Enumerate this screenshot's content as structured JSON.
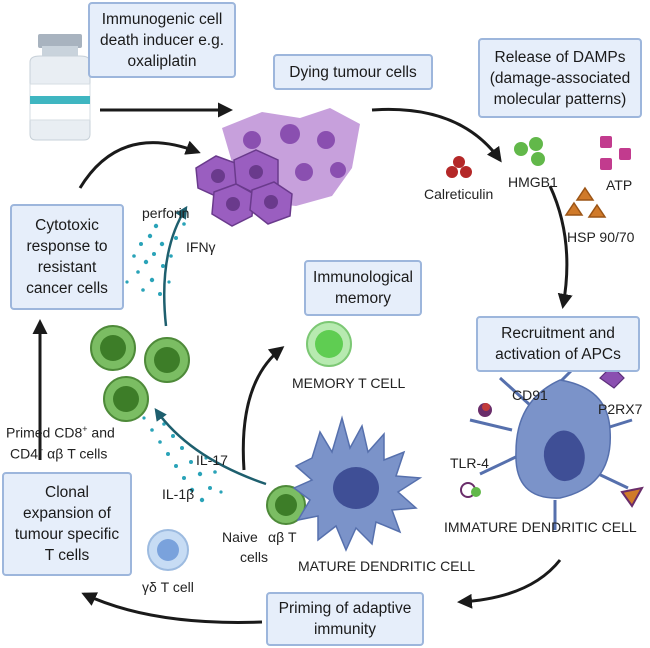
{
  "boxes": {
    "icd_inducer": [
      "Immunogenic cell",
      "death inducer e.g.",
      "oxaliplatin"
    ],
    "dying_cells": "Dying tumour cells",
    "damps": [
      "Release of DAMPs",
      "(damage-associated",
      "molecular patterns)"
    ],
    "cytotoxic": [
      "Cytotoxic",
      "response to",
      "resistant",
      "cancer cells"
    ],
    "immuno_memory": [
      "Immunological",
      "memory"
    ],
    "recruitment": [
      "Recruitment and",
      "activation of APCs"
    ],
    "clonal": [
      "Clonal",
      "expansion of",
      "tumour specific",
      "T cells"
    ],
    "priming": [
      "Priming of adaptive",
      "immunity"
    ]
  },
  "labels": {
    "calreticulin": "Calreticulin",
    "hmgb1": "HMGB1",
    "atp": "ATP",
    "hsp": "HSP 90/70",
    "perforin": "perforin",
    "ifn": "IFNγ",
    "memory_t": "MEMORY T CELL",
    "cd91": "CD91",
    "p2rx7": "P2RX7",
    "tlr4": "TLR-4",
    "primed_1": "Primed CD8",
    "primed_1_sup": "+",
    "primed_1_tail": " and",
    "primed_2": "CD4",
    "primed_2_sup": "+",
    "primed_2_tail": " αβ T cells",
    "il17": "IL-17",
    "il1b": "IL-1β",
    "naive": "Naive",
    "ab_t": "αβ T",
    "cells": "cells",
    "mature_dc": "MATURE DENDRITIC CELL",
    "immature_dc": "IMMATURE DENDRITIC CELL",
    "gd_t": "γδ T cell"
  },
  "colors": {
    "box_fill": "#e6eefa",
    "box_border": "#9db6dc",
    "tumour": "#9a5ec0",
    "dendritic": "#7b93c9",
    "t_cell": "#5f9e4a",
    "cytokine": "#2aa3b8"
  }
}
